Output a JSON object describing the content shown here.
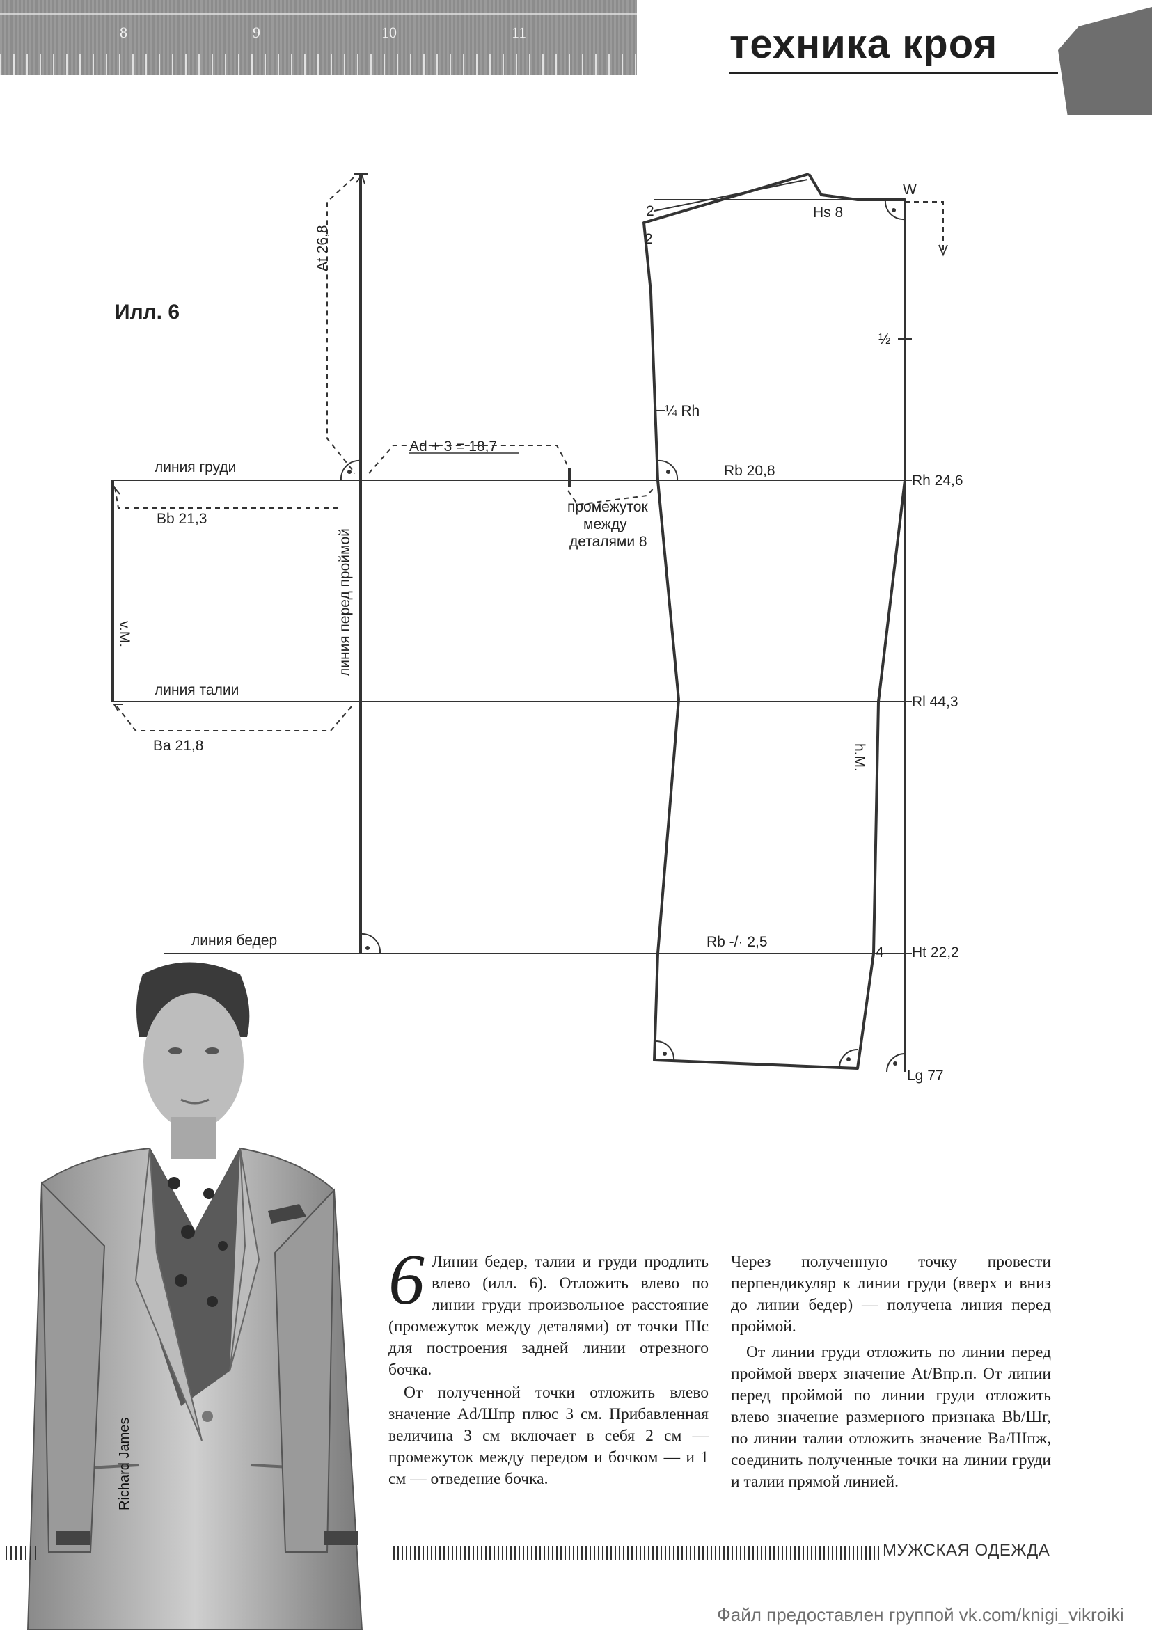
{
  "header": {
    "ruler_numbers": [
      "8",
      "9",
      "10",
      "11"
    ],
    "title": "техника кроя"
  },
  "figure": {
    "label": "Илл. 6",
    "labels": {
      "at": "At 26,8",
      "ad": "Ad + 3 = 18,7",
      "breast_line": "линия груди",
      "bb": "Bb 21,3",
      "gap_1": "промежуток",
      "gap_2": "между",
      "gap_3": "деталями 8",
      "front_armhole": "линия перед проймой",
      "vm": "v.M.",
      "waist_line": "линия талии",
      "ba": "Ba 21,8",
      "hip_line": "линия бедер",
      "rb_minus": "Rb -/· 2,5",
      "pt4": "4",
      "ht": "Ht 22,2",
      "lg": "Lg 77",
      "rl": "Rl 44,3",
      "hm": "h.M.",
      "rh": "Rh 24,6",
      "rb": "Rb 20,8",
      "quarter_rh": "¼ Rh",
      "half": "½",
      "pt2a": "2",
      "pt2b": "2",
      "hs": "Hs 8",
      "w": "W"
    }
  },
  "text": {
    "drop_cap": "6",
    "col1_p1": "Линии бедер, талии и груди продлить влево (илл. 6). Отложить влево по линии груди произвольное расстояние (промежуток между деталями) от точки Шс для построения задней линии отрезного бочка.",
    "col1_p2": "От полученной точки отложить влево значение Ad/Шпр плюс 3 см. Прибавленная величина 3 см включает в себя 2 см — промежуток между передом и бочком — и 1 см — отведение бочка.",
    "col2_p1": "Через полученную точку провести перпендикуляр к линии груди (вверх и вниз до линии бедер) — получена линия перед проймой.",
    "col2_p2": "От линии груди отложить по линии перед проймой вверх значение At/Bпр.п. От линии перед проймой по линии груди отложить влево значение размерного признака Bb/Шг, по линии талии отложить значение Ba/Шпж, соединить полученные точки на линии груди и талии прямой линией."
  },
  "photo": {
    "credit": "Richard James"
  },
  "footer": {
    "section": "МУЖСКАЯ ОДЕЖДА",
    "credit": "Файл предоставлен группой vk.com/knigi_vikroiki"
  }
}
